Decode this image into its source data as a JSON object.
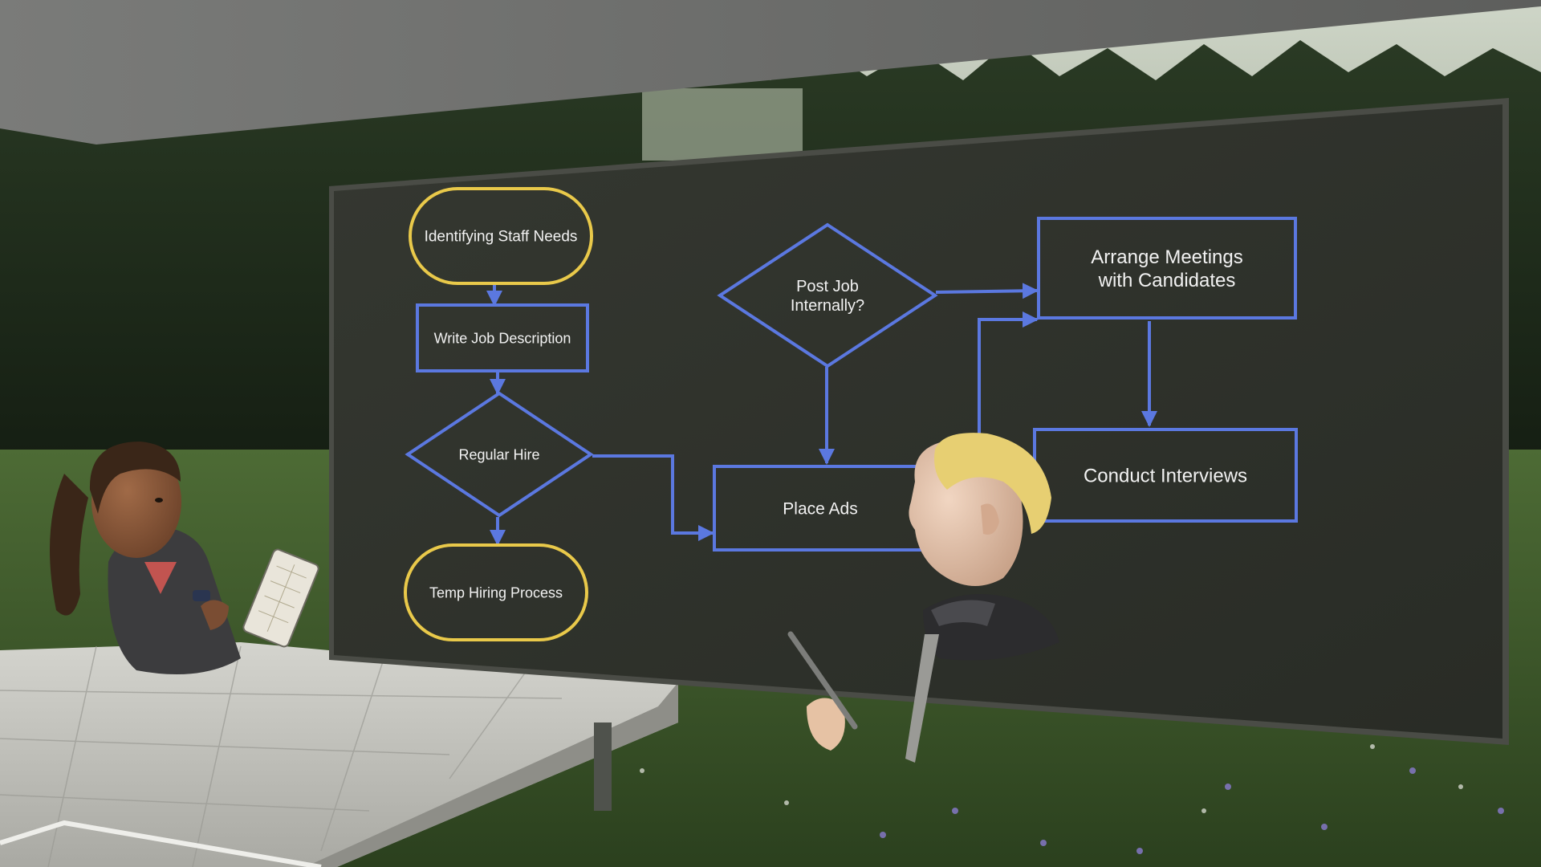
{
  "whiteboard": {
    "nodes": [
      {
        "id": "identifying-staff-needs",
        "shape": "terminal",
        "label_lines": [
          "Identifying Staff Needs"
        ]
      },
      {
        "id": "write-job-description",
        "shape": "process",
        "label_lines": [
          "Write Job Description"
        ]
      },
      {
        "id": "regular-hire",
        "shape": "decision",
        "label_lines": [
          "Regular Hire"
        ]
      },
      {
        "id": "temp-hiring-process",
        "shape": "terminal",
        "label_lines": [
          "Temp Hiring Process"
        ]
      },
      {
        "id": "post-job-internally",
        "shape": "decision",
        "label_lines": [
          "Post Job",
          "Internally?"
        ]
      },
      {
        "id": "place-ads",
        "shape": "process",
        "label_lines": [
          "Place Ads"
        ]
      },
      {
        "id": "arrange-meetings",
        "shape": "process",
        "label_lines": [
          "Arrange Meetings",
          "with Candidates"
        ]
      },
      {
        "id": "conduct-interviews",
        "shape": "process",
        "label_lines": [
          "Conduct Interviews"
        ]
      }
    ],
    "edges": [
      {
        "from": "identifying-staff-needs",
        "to": "write-job-description"
      },
      {
        "from": "write-job-description",
        "to": "regular-hire"
      },
      {
        "from": "regular-hire",
        "to": "temp-hiring-process"
      },
      {
        "from": "regular-hire",
        "to": "place-ads"
      },
      {
        "from": "post-job-internally",
        "to": "place-ads"
      },
      {
        "from": "post-job-internally",
        "to": "arrange-meetings"
      },
      {
        "from": "place-ads",
        "to": "arrange-meetings"
      },
      {
        "from": "arrange-meetings",
        "to": "conduct-interviews"
      }
    ]
  },
  "colors": {
    "terminal_stroke": "#e9c94a",
    "process_stroke": "#5b78e0",
    "board_fill": "#2f312b",
    "board_frame": "#4a4c46",
    "text": "#f2f2f2",
    "grass": "#3d5a2c",
    "forest": "#1e2d1b",
    "sky": "#d8dccf",
    "ceiling": "#6c6d6b",
    "floor_tile": "#c8c8c2"
  },
  "avatars": [
    {
      "id": "avatar-woman",
      "hair": "#3a2618",
      "skin": "#8a5a3c",
      "shirt": "#3c3c3e"
    },
    {
      "id": "avatar-man",
      "hair": "#e7cf72",
      "skin": "#e8c7b0",
      "shirt": "#2c2c2e"
    }
  ]
}
